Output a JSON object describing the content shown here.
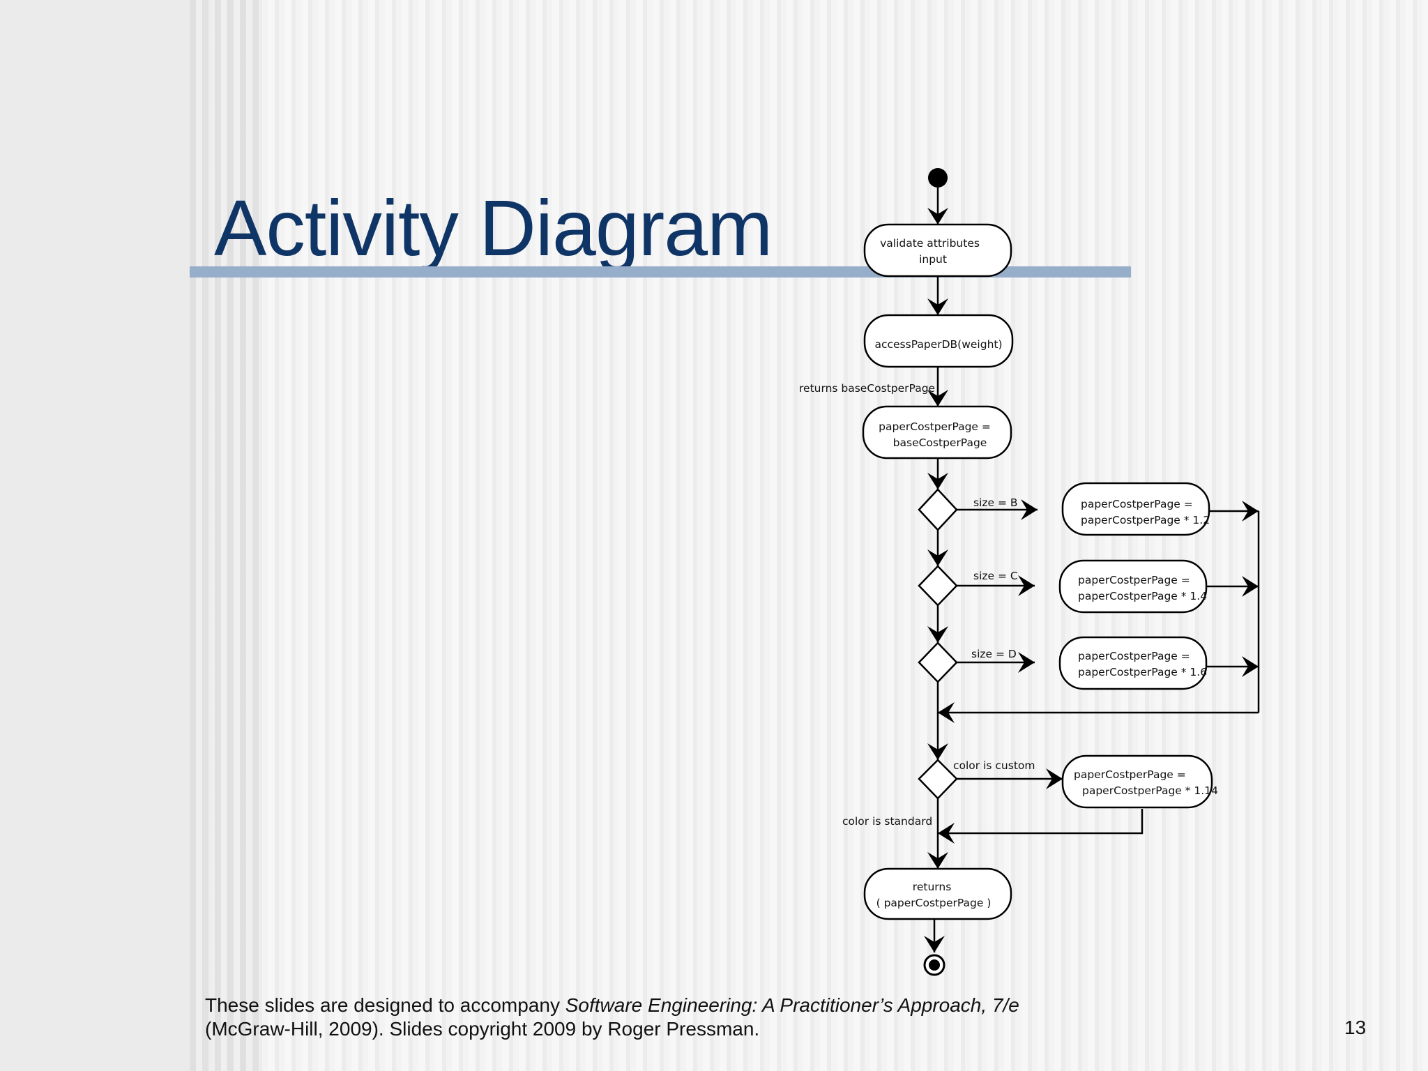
{
  "slide": {
    "title": "Activity Diagram",
    "page_number": "13",
    "footer": {
      "line1_prefix": "These slides are designed to accompany ",
      "book_title": "Software Engineering: A Practitioner’s Approach, 7/e",
      "line2": "(McGraw-Hill, 2009). Slides copyright 2009 by Roger Pressman."
    }
  },
  "diagram": {
    "nodes": {
      "validate": [
        "validate attributes",
        "input"
      ],
      "access": [
        "accessPaperDB(weight)"
      ],
      "assign": [
        "paperCostperPage  =",
        "baseCostperPage"
      ],
      "mul_b": [
        "paperCostperPage  =",
        "paperCostperPage * 1.2"
      ],
      "mul_c": [
        "paperCostperPage  =",
        "paperCostperPage * 1.4"
      ],
      "mul_d": [
        "paperCostperPage  =",
        "paperCostperPage * 1.6"
      ],
      "mul_custom": [
        "paperCostperPage  =",
        "paperCostperPage * 1.14"
      ],
      "returns": [
        "returns",
        "( paperCostperPage )"
      ]
    },
    "edge_labels": {
      "returns_base": "returns  baseCostperPage",
      "size_b": "size  =  B",
      "size_c": "size  =  C",
      "size_d": "size  =  D",
      "color_custom": "color  is  custom",
      "color_standard": "color  is  standard"
    }
  }
}
